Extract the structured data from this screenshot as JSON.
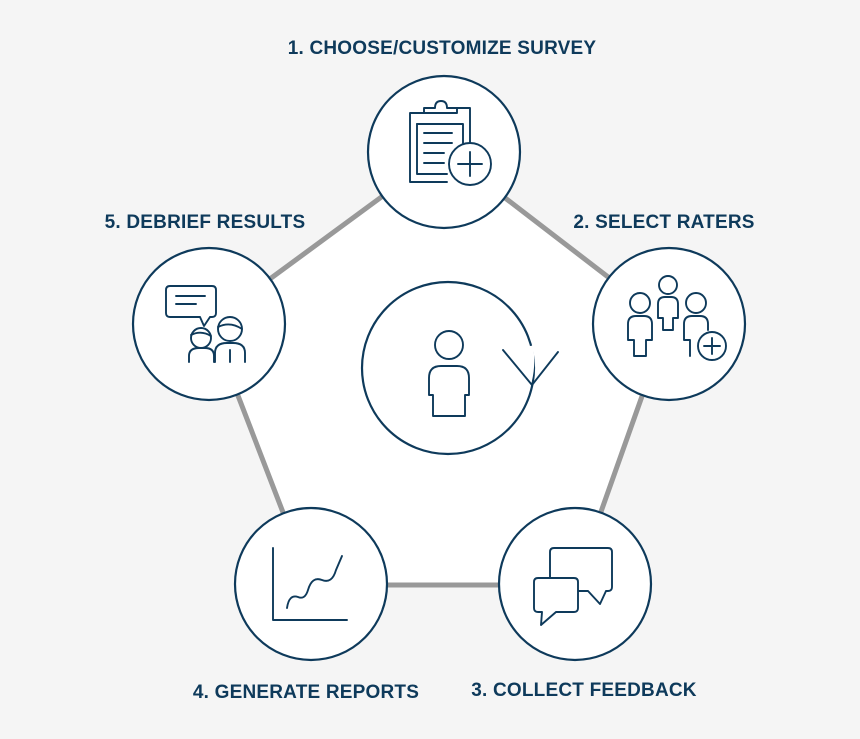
{
  "colors": {
    "background": "#f5f5f5",
    "primary": "#0e3a5b",
    "connector": "#999999",
    "node_fill": "#ffffff"
  },
  "center": {
    "icon": "person-cycle-icon"
  },
  "steps": [
    {
      "label": "1. CHOOSE/CUSTOMIZE SURVEY",
      "icon": "clipboard-add-icon"
    },
    {
      "label": "2. SELECT RATERS",
      "icon": "people-add-icon"
    },
    {
      "label": "3. COLLECT FEEDBACK",
      "icon": "chat-bubbles-icon"
    },
    {
      "label": "4. GENERATE REPORTS",
      "icon": "line-chart-icon"
    },
    {
      "label": "5. DEBRIEF RESULTS",
      "icon": "conversation-icon"
    }
  ]
}
